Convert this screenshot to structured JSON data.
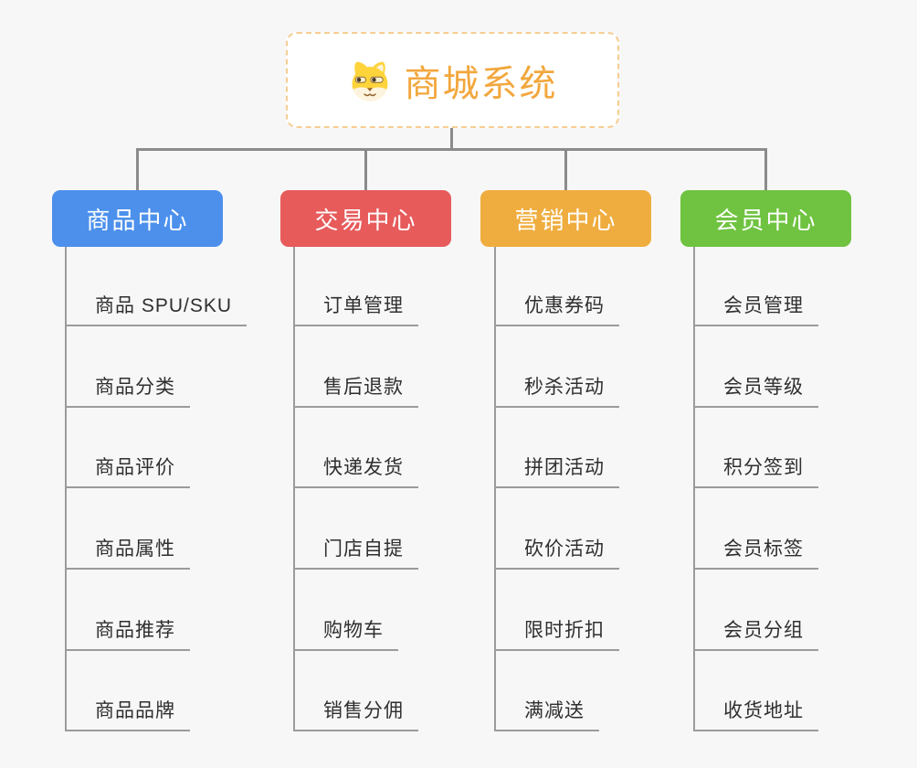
{
  "root": {
    "title": "商城系统",
    "icon": "dog-face-icon"
  },
  "branches": [
    {
      "label": "商品中心",
      "color": "#4c90ec",
      "children": [
        "商品 SPU/SKU",
        "商品分类",
        "商品评价",
        "商品属性",
        "商品推荐",
        "商品品牌"
      ]
    },
    {
      "label": "交易中心",
      "color": "#e75b5b",
      "children": [
        "订单管理",
        "售后退款",
        "快递发货",
        "门店自提",
        "购物车",
        "销售分佣"
      ]
    },
    {
      "label": "营销中心",
      "color": "#efad3f",
      "children": [
        "优惠券码",
        "秒杀活动",
        "拼团活动",
        "砍价活动",
        "限时折扣",
        "满减送"
      ]
    },
    {
      "label": "会员中心",
      "color": "#6fc340",
      "children": [
        "会员管理",
        "会员等级",
        "积分签到",
        "会员标签",
        "会员分组",
        "收货地址"
      ]
    }
  ],
  "colors": {
    "background": "#f7f7f7",
    "root_accent": "#f2a73d",
    "root_border": "#f6cd92",
    "connector": "#8b8b8b",
    "leaf_line": "#9b9b9b",
    "leaf_text": "#2f2f2f"
  }
}
